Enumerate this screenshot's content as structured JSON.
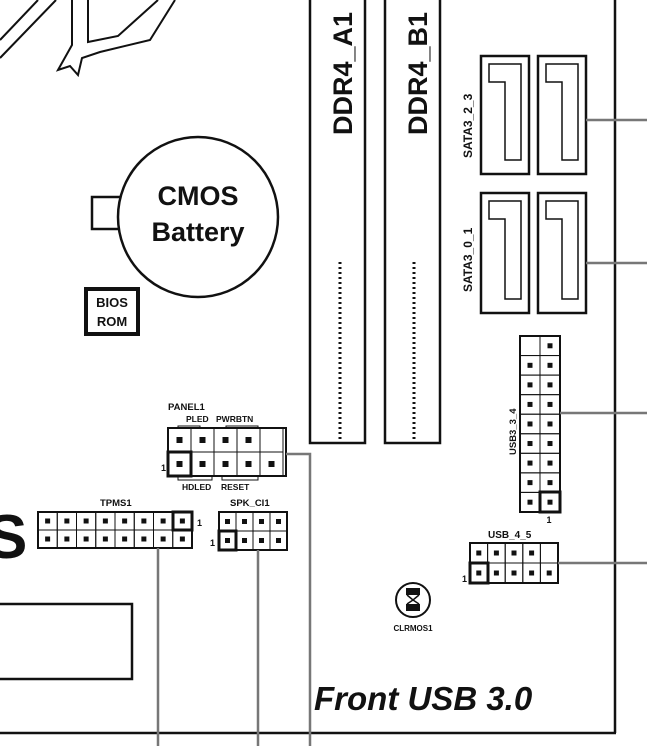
{
  "labels": {
    "ddr_a1": "DDR4_A1",
    "ddr_b1": "DDR4_B1",
    "sata_23": "SATA3_2_3",
    "sata_01": "SATA3_0_1",
    "cmos_line1": "CMOS",
    "cmos_line2": "Battery",
    "bios_line1": "BIOS",
    "bios_line2": "ROM",
    "panel": "PANEL1",
    "pled": "PLED",
    "pwrbtn": "PWRBTN",
    "hdled": "HDLED",
    "reset": "RESET",
    "tpms": "TPMS1",
    "spk": "SPK_CI1",
    "usb34": "USB3_3_4",
    "usb45": "USB_4_5",
    "clrmos": "CLRMOS1",
    "pin1": "1",
    "s_fragment": "S",
    "front_usb": "Front USB 3.0"
  }
}
